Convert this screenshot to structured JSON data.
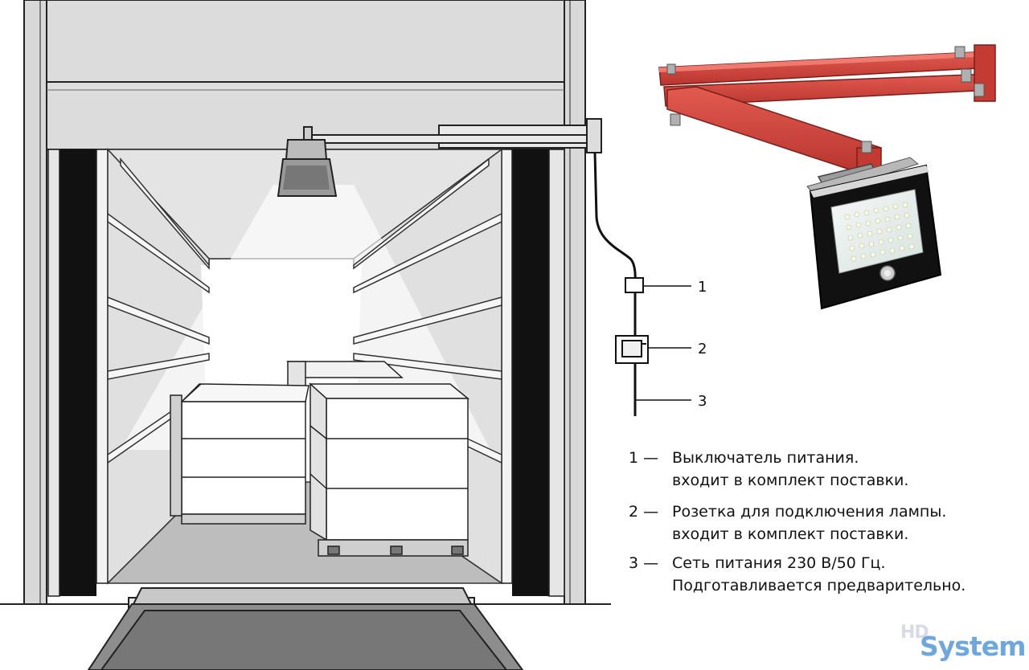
{
  "callouts": [
    {
      "number": "1",
      "name": "power-switch"
    },
    {
      "number": "2",
      "name": "lamp-socket"
    },
    {
      "number": "3",
      "name": "mains-supply"
    }
  ],
  "legend": [
    {
      "number": "1 —",
      "lines": [
        "Выключатель питания.",
        "входит в комплект поставки."
      ]
    },
    {
      "number": "2 —",
      "lines": [
        "Розетка для подключения лампы.",
        "входит в комплект поставки."
      ]
    },
    {
      "number": "3 —",
      "lines": [
        "Сеть питания 230 В/50 Гц.",
        "Подготавливается предварительно."
      ]
    }
  ],
  "logo": {
    "small": "HD",
    "big": "System"
  },
  "colors": {
    "arm": "#d8473f",
    "arm_dark": "#a8312b",
    "frame": "#111111",
    "led_panel": "#e4ecea"
  }
}
